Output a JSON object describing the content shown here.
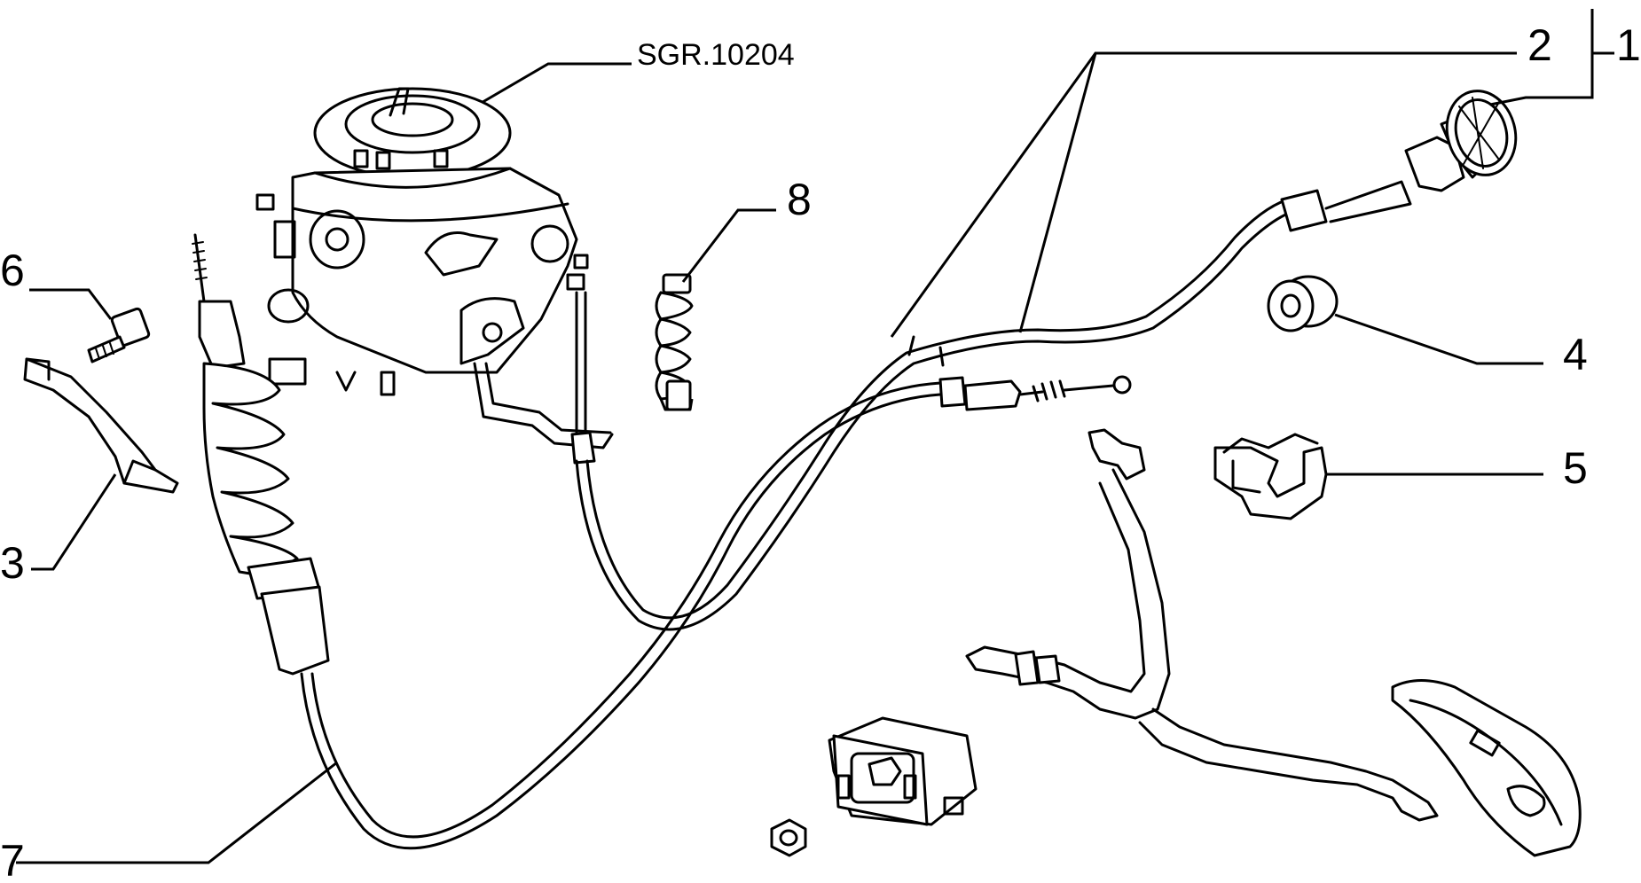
{
  "drawing": {
    "reference_code": "SGR.10204",
    "callouts": [
      {
        "id": "c1",
        "text": "1"
      },
      {
        "id": "c2",
        "text": "2"
      },
      {
        "id": "c3",
        "text": "3"
      },
      {
        "id": "c4",
        "text": "4"
      },
      {
        "id": "c5",
        "text": "5"
      },
      {
        "id": "c6",
        "text": "6"
      },
      {
        "id": "c7",
        "text": "7"
      },
      {
        "id": "c8",
        "text": "8"
      }
    ]
  },
  "colors": {
    "line": "#000000",
    "background": "#ffffff"
  }
}
